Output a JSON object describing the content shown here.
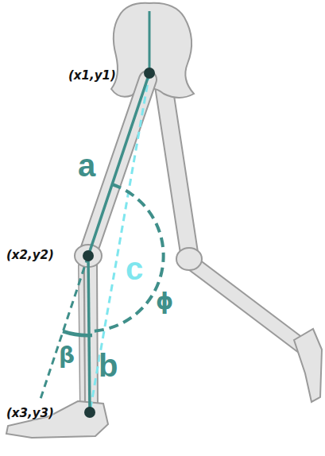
{
  "diagram": {
    "labels": [
      "(x1,y1)",
      "a",
      "(x2,y2)",
      "c",
      "ϕ",
      "β",
      "b",
      "(x3,y3)"
    ]
  }
}
